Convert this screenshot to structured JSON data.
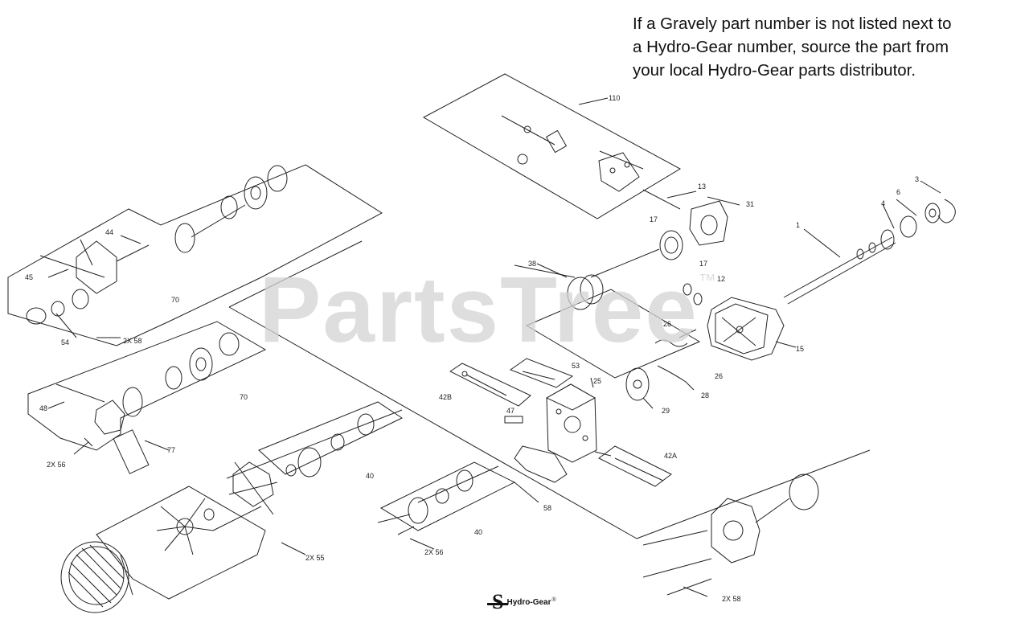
{
  "note": {
    "line1": "If a Gravely part number is not listed next to",
    "line2": "a Hydro-Gear number, source the part from",
    "line3": "your local Hydro-Gear parts distributor."
  },
  "watermark": {
    "text": "PartsTree",
    "tm": "™"
  },
  "logo": {
    "text": "Hydro-Gear",
    "reg": "®"
  },
  "callouts": {
    "c110": "110",
    "c13": "13",
    "c17a": "17",
    "c31": "31",
    "c1": "1",
    "c3": "3",
    "c6": "6",
    "c4": "4",
    "c17b": "17",
    "c38": "38",
    "c12": "12",
    "c44": "44",
    "c45": "45",
    "c70a": "70",
    "c54": "54",
    "c2x58a": "2X 58",
    "c26a": "26",
    "c15": "15",
    "c26b": "26",
    "c28": "28",
    "c70b": "70",
    "c48": "48",
    "c53": "53",
    "c25": "25",
    "c42b": "42B",
    "c47": "47",
    "c29": "29",
    "c2x56a": "2X 56",
    "c77": "77",
    "c42a": "42A",
    "c40a": "40",
    "c58": "58",
    "c40b": "40",
    "c2x56b": "2X 56",
    "c2x55": "2X 55",
    "c2x58b": "2X 58"
  }
}
